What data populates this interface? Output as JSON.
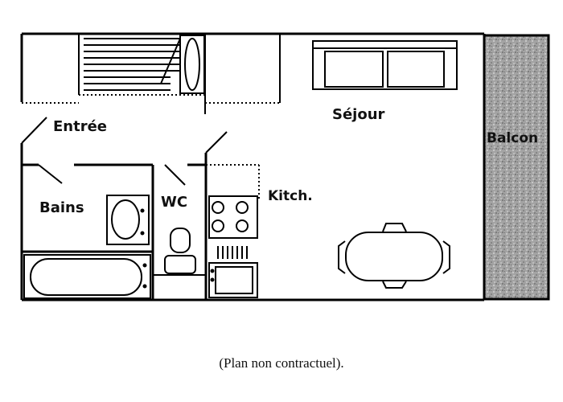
{
  "rooms": {
    "entree": "Entrée",
    "sejour": "Séjour",
    "balcon": "Balcon",
    "bains": "Bains",
    "wc": "WC",
    "kitchen": "Kitch."
  },
  "caption": "(Plan non contractuel).",
  "colors": {
    "wall": "#000000",
    "background": "#ffffff",
    "balcony_texture": "#9a9a9a"
  }
}
